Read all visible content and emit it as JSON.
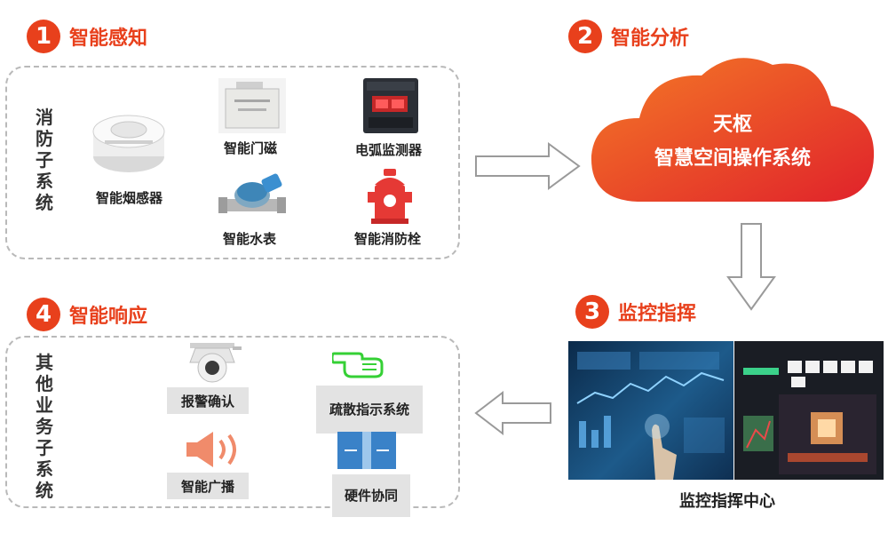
{
  "steps": [
    {
      "num": "1",
      "title": "智能感知"
    },
    {
      "num": "2",
      "title": "智能分析"
    },
    {
      "num": "3",
      "title": "监控指挥"
    },
    {
      "num": "4",
      "title": "智能响应"
    }
  ],
  "sense": {
    "side_label": "消防子系统",
    "devices": [
      "智能烟感器",
      "智能门磁",
      "电弧监测器",
      "智能水表",
      "智能消防栓"
    ]
  },
  "cloud": {
    "line1": "天枢",
    "line2": "智慧空间操作系统"
  },
  "command": {
    "caption": "监控指挥中心"
  },
  "response": {
    "side_label": "其他业务子系统",
    "items": [
      "报警确认",
      "疏散指示系统",
      "智能广播",
      "硬件协同"
    ]
  },
  "colors": {
    "accent": "#e8401c",
    "cloud_start": "#f26a24",
    "cloud_end": "#e2262b",
    "arrow": "#9a9a9a"
  }
}
